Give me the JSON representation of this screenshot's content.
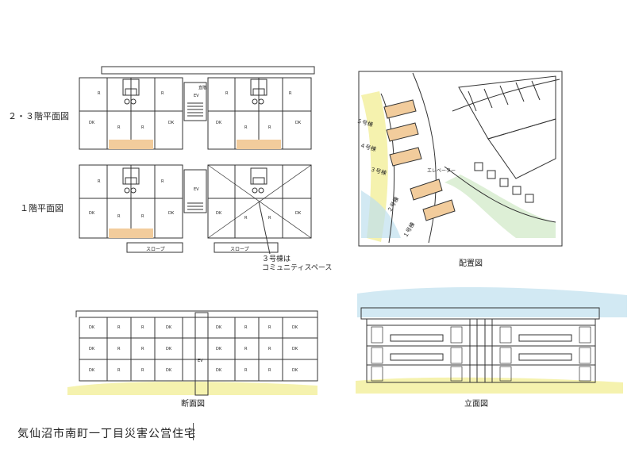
{
  "labels": {
    "floor_23": "２・３階平面図",
    "floor_1": "１階平面図",
    "site_plan": "配置図",
    "section": "断面図",
    "elevation": "立面図",
    "community_line1": "３号棟は",
    "community_line2": "コミュニティスペース",
    "slope": "スロープ",
    "elevator_ja": "エレベーター",
    "building_5": "５号棟",
    "building_4": "４号棟",
    "building_3": "３号棟",
    "building_2": "２号棟",
    "building_1": "１号棟",
    "room_dk": "DK",
    "room_r": "R",
    "ev": "EV",
    "stair_tag": "直階",
    "footer_title": "気仙沼市南町一丁目災害公営住宅"
  },
  "colors": {
    "line": "#333333",
    "orange_fill": "#f2cc9c",
    "yellow_fill": "#f3ef9a",
    "blue_fill": "#bfe0ee",
    "green_fill": "#cfe8c5"
  }
}
